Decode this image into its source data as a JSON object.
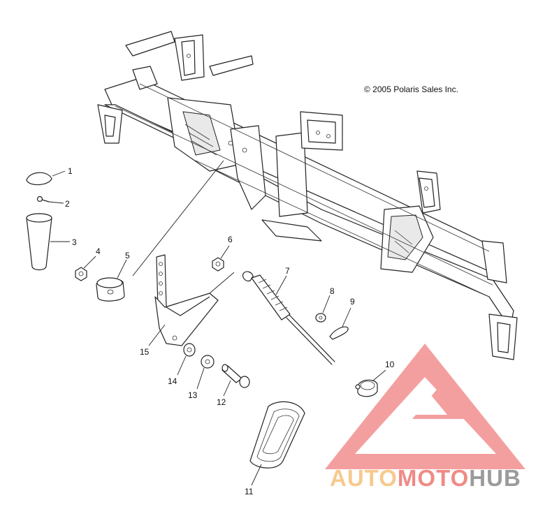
{
  "copyright": "© 2005 Polaris Sales Inc.",
  "watermark": {
    "part1": "AUTO",
    "part2": "MOTO",
    "part3": "HUB",
    "colors": {
      "part1": "#f7c98e",
      "part2": "#f08a86",
      "part3": "#9b9b9b",
      "logo": "#f38f8f"
    }
  },
  "callouts": [
    "1",
    "2",
    "3",
    "4",
    "5",
    "6",
    "7",
    "8",
    "9",
    "10",
    "11",
    "12",
    "13",
    "14",
    "15"
  ]
}
